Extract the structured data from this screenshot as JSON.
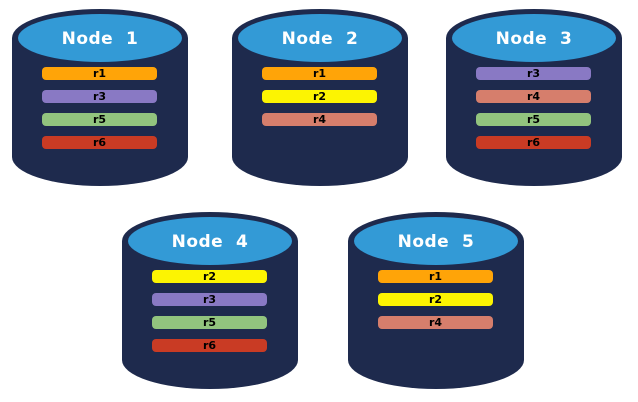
{
  "colors": {
    "cylinder_body": "#1E2A4D",
    "cylinder_top": "#339AD6",
    "node_title_text": "#ffffff",
    "replica_label_text": "#000000",
    "replicas": {
      "r1": "#FFA408",
      "r2": "#FCF402",
      "r3": "#8979C4",
      "r4": "#D67E6C",
      "r5": "#92C47E",
      "r6": "#C93B24"
    }
  },
  "nodes": [
    {
      "label": "Node  1",
      "replicas": [
        "r1",
        "r3",
        "r5",
        "r6"
      ]
    },
    {
      "label": "Node  2",
      "replicas": [
        "r1",
        "r2",
        "r4"
      ]
    },
    {
      "label": "Node  3",
      "replicas": [
        "r3",
        "r4",
        "r5",
        "r6"
      ]
    },
    {
      "label": "Node  4",
      "replicas": [
        "r2",
        "r3",
        "r5",
        "r6"
      ]
    },
    {
      "label": "Node  5",
      "replicas": [
        "r1",
        "r2",
        "r4"
      ]
    }
  ]
}
